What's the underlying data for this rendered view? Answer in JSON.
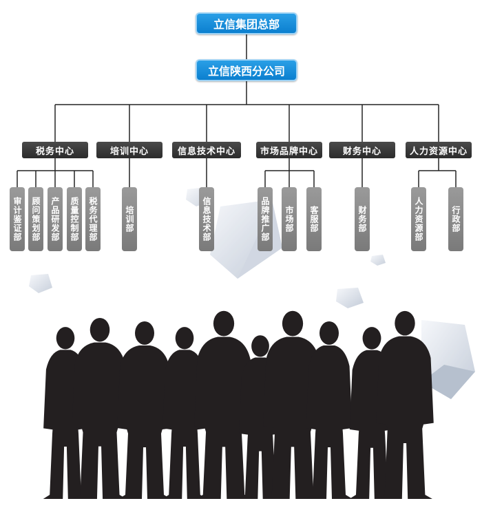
{
  "root": "立信集团总部",
  "branch": "立信陕西分公司",
  "centers": [
    {
      "label": "税务中心",
      "departments": [
        "审计鉴证部",
        "顾问策划部",
        "产品研发部",
        "质量控制部",
        "税务代理部"
      ]
    },
    {
      "label": "培训中心",
      "departments": [
        "培训部"
      ]
    },
    {
      "label": "信息技术中心",
      "departments": [
        "信息技术部"
      ]
    },
    {
      "label": "市场品牌中心",
      "departments": [
        "品牌推广部",
        "市场部",
        "客服部"
      ]
    },
    {
      "label": "财务中心",
      "departments": [
        "财务部"
      ]
    },
    {
      "label": "人力资源中心",
      "departments": [
        "人力资源部",
        "行政部"
      ]
    }
  ],
  "colors": {
    "top_box": "#0b7fcf",
    "center_box": "#333333",
    "dept_box": "#8a8a8a",
    "silhouette": "#231f20"
  },
  "decorations": [
    "cube-icon",
    "people-silhouette-icon"
  ]
}
